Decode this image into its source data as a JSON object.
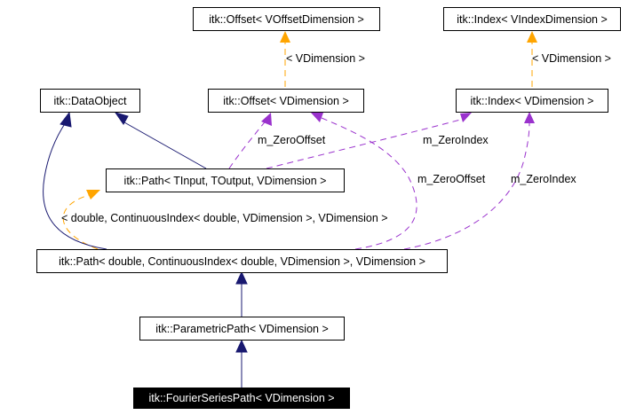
{
  "nodes": {
    "offset_voffset": "itk::Offset< VOffsetDimension >",
    "index_vindex": "itk::Index< VIndexDimension >",
    "dataobject": "itk::DataObject",
    "offset_vdim": "itk::Offset< VDimension >",
    "index_vdim": "itk::Index< VDimension >",
    "path_template": "itk::Path< TInput, TOutput, VDimension >",
    "path_continuous": "itk::Path< double, ContinuousIndex< double, VDimension >, VDimension >",
    "parametric_path": "itk::ParametricPath< VDimension >",
    "fourier_series_path": "itk::FourierSeriesPath< VDimension >"
  },
  "edge_labels": {
    "offset_template_arg": "< VDimension >",
    "index_template_arg": "< VDimension >",
    "path_zero_offset": "m_ZeroOffset",
    "path_zero_index": "m_ZeroIndex",
    "cont_zero_offset": "m_ZeroOffset",
    "cont_zero_index": "m_ZeroIndex",
    "path_template_args": "< double, ContinuousIndex< double, VDimension >, VDimension >"
  },
  "colors": {
    "inheritance": "#191970",
    "member": "#9a32cd",
    "template": "#ffa500",
    "highlight_fill": "#000000",
    "highlight_text": "#ffffff"
  }
}
